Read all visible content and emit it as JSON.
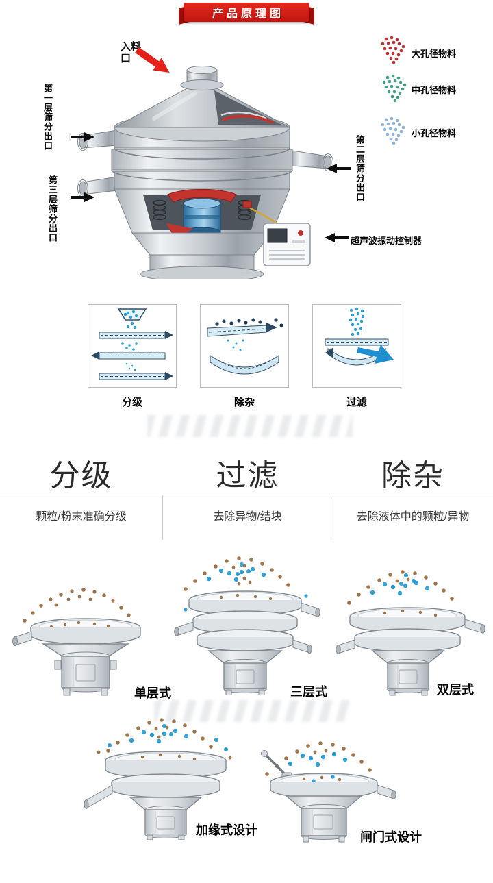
{
  "header": {
    "title": "产品原理图"
  },
  "diagram": {
    "feed_inlet_label": "入料口",
    "left_labels": [
      {
        "label": "第一层筛分出口"
      },
      {
        "label": "第三层筛分出口"
      }
    ],
    "right_labels": [
      {
        "label": "第二层筛分出口"
      },
      {
        "label": "超声波振动控制器"
      }
    ],
    "legend": [
      {
        "label": "大孔径物料",
        "color": "#c03030"
      },
      {
        "label": "中孔径物料",
        "color": "#43a088"
      },
      {
        "label": "小孔径物料",
        "color": "#8fb6d9"
      }
    ]
  },
  "functions": [
    {
      "label": "分级"
    },
    {
      "label": "除杂"
    },
    {
      "label": "过滤"
    }
  ],
  "features": [
    {
      "title": "分级",
      "desc": "颗粒/粉末准确分级"
    },
    {
      "title": "过滤",
      "desc": "去除异物/结块"
    },
    {
      "title": "除杂",
      "desc": "去除液体中的颗粒/异物"
    }
  ],
  "machine_types": [
    {
      "label": "单层式"
    },
    {
      "label": "三层式"
    },
    {
      "label": "双层式"
    },
    {
      "label": "加缘式设计"
    },
    {
      "label": "闸门式设计"
    }
  ]
}
